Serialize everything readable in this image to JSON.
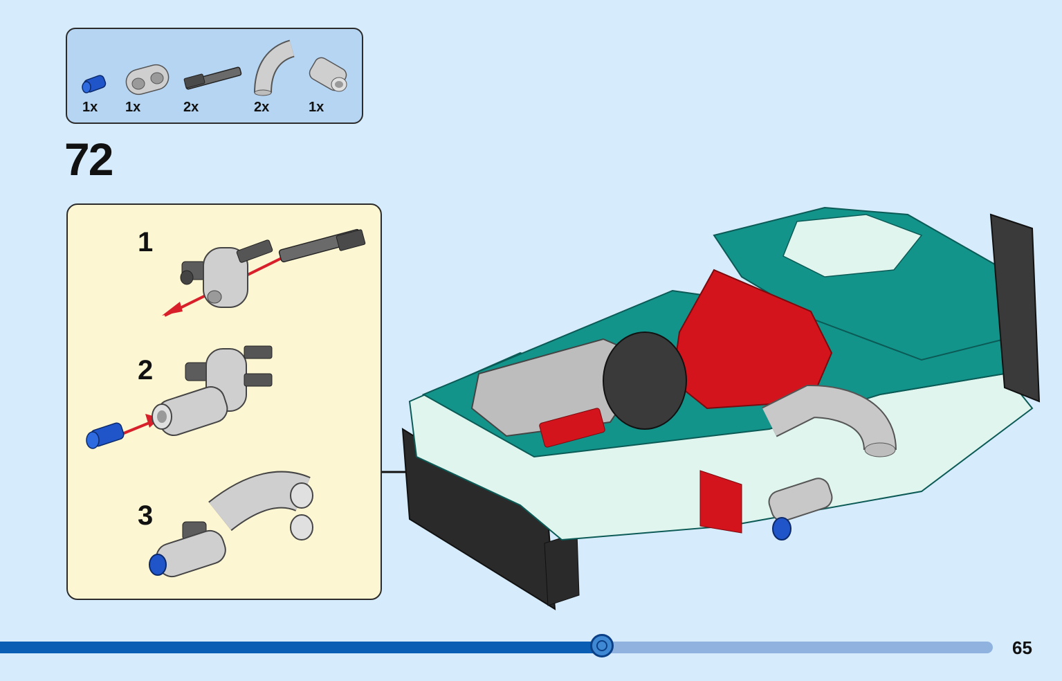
{
  "parts": [
    {
      "name": "blue-pin",
      "qty": "1x",
      "color": "#1f55c8"
    },
    {
      "name": "gray-liftarm-2",
      "qty": "1x",
      "color": "#c8c8c8"
    },
    {
      "name": "dark-axle-pin",
      "qty": "2x",
      "color": "#5c5c5c"
    },
    {
      "name": "gray-curved-pipe",
      "qty": "2x",
      "color": "#c8c8c8"
    },
    {
      "name": "gray-pin-connector",
      "qty": "1x",
      "color": "#c8c8c8"
    }
  ],
  "step": {
    "number": "72"
  },
  "substeps": [
    {
      "number": "1"
    },
    {
      "number": "2"
    },
    {
      "number": "3"
    }
  ],
  "progress": {
    "fraction": 0.606
  },
  "page": {
    "number": "65"
  },
  "colors": {
    "background": "#d6ebfb",
    "teal": "#0f8a82",
    "mint": "#dff5ee",
    "red": "#d3141c",
    "arrow_red": "#d8202a"
  }
}
